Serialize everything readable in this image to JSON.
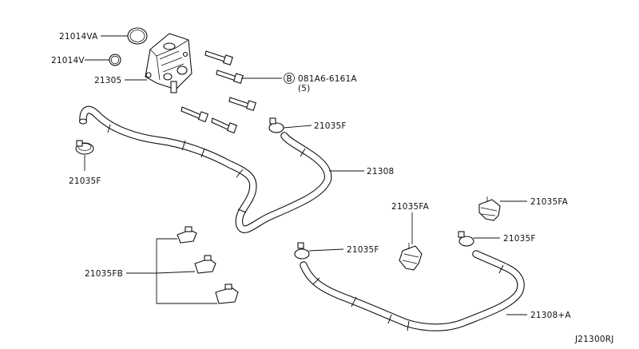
{
  "labels": {
    "p21014va": "21014VA",
    "p21014v": "21014V",
    "p21305": "21305",
    "bolt_circle": "B",
    "bolt_code": "081A6-6161A",
    "bolt_qty": "(5)",
    "p21035f_top": "21035F",
    "p21035f_left": "21035F",
    "p21308": "21308",
    "p21035fa_mid": "21035FA",
    "p21035fa_right": "21035FA",
    "p21035f_right": "21035F",
    "p21035f_low": "21035F",
    "p21035fb": "21035FB",
    "p21308a": "21308+A",
    "diagram_id": "J21300RJ"
  }
}
